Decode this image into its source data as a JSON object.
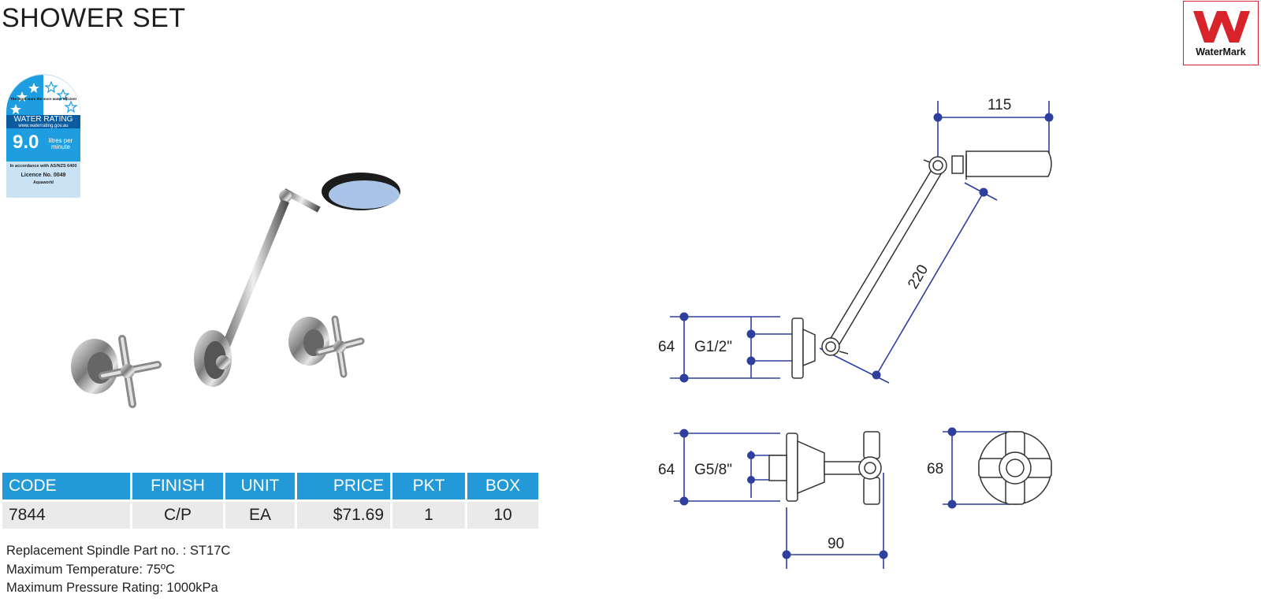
{
  "page": {
    "title": "SHOWER SET"
  },
  "watermark": {
    "label": "WaterMark",
    "color": "#d8232a"
  },
  "water_rating": {
    "stars_note": "The more stars the more water efficient",
    "label": "WATER RATING",
    "url": "www.waterrating.gov.au",
    "flow": "9.0",
    "flow_unit": "litres per minute",
    "standard": "In accordance with AS/NZS 6400",
    "licence": "Licence No. 0049",
    "brand": "Aquaworld",
    "stars_filled": 3,
    "stars_total": 6
  },
  "table": {
    "headers": [
      "CODE",
      "FINISH",
      "UNIT",
      "PRICE",
      "PKT",
      "BOX"
    ],
    "rows": [
      [
        "7844",
        "C/P",
        "EA",
        "$71.69",
        "1",
        "10"
      ]
    ]
  },
  "notes": [
    "Replacement Spindle Part no.  : ST17C",
    "Maximum Temperature: 75ºC",
    "Maximum Pressure Rating: 1000kPa"
  ],
  "dimensions": {
    "arm_width": "115",
    "arm_length": "220",
    "outlet_height": "64",
    "outlet_thread": "G1/2\"",
    "tap_height": "64",
    "tap_thread": "G5/8\"",
    "tap_depth": "90",
    "handle_size": "68"
  },
  "colors": {
    "accent": "#2399d8",
    "dimension_line": "#2e3f9e",
    "dot": "#2e3f9e"
  }
}
